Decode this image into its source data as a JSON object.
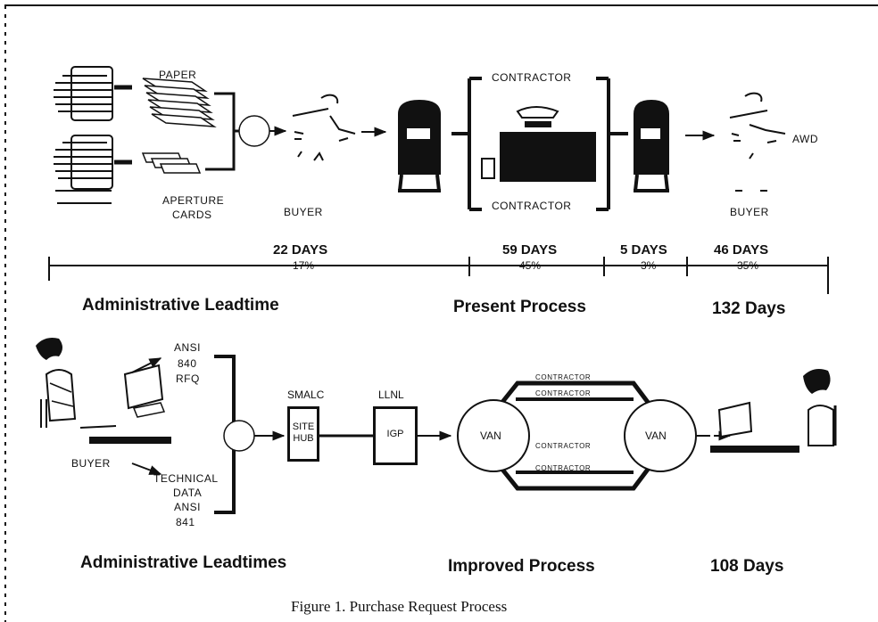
{
  "top": {
    "paper_label": "PAPER",
    "aperture_label": [
      "APERTURE",
      "CARDS"
    ],
    "buyer_label_1": "BUYER",
    "buyer_label_2": "BUYER",
    "contractor_top": "CONTRACTOR",
    "contractor_bottom": "CONTRACTOR",
    "awd_label": "AWD"
  },
  "timeline": {
    "segments": [
      {
        "days": "22 DAYS",
        "pct": "17%"
      },
      {
        "days": "59 DAYS",
        "pct": "45%"
      },
      {
        "days": "5 DAYS",
        "pct": "3%"
      },
      {
        "days": "46 DAYS",
        "pct": "35%"
      }
    ],
    "left_caption": "Administrative Leadtime",
    "center_caption": "Present Process",
    "right_caption": "132 Days"
  },
  "bottom": {
    "ansi_top": [
      "ANSI",
      "840",
      "RFQ"
    ],
    "buyer_label": "BUYER",
    "technical": [
      "TECHNICAL",
      "DATA",
      "ANSI",
      "841"
    ],
    "smalc_label": "SMALC",
    "site_hub": [
      "SITE",
      "HUB"
    ],
    "llnl_label": "LLNL",
    "igp": "IGP",
    "van_left": "VAN",
    "van_right": "VAN",
    "contractor_bars": [
      "CONTRACTOR",
      "CONTRACTOR",
      "CONTRACTOR",
      "CONTRACTOR"
    ],
    "left_caption": "Administrative Leadtimes",
    "center_caption": "Improved Process",
    "right_caption": "108 Days"
  },
  "figure_caption": "Figure 1.  Purchase Request Process"
}
